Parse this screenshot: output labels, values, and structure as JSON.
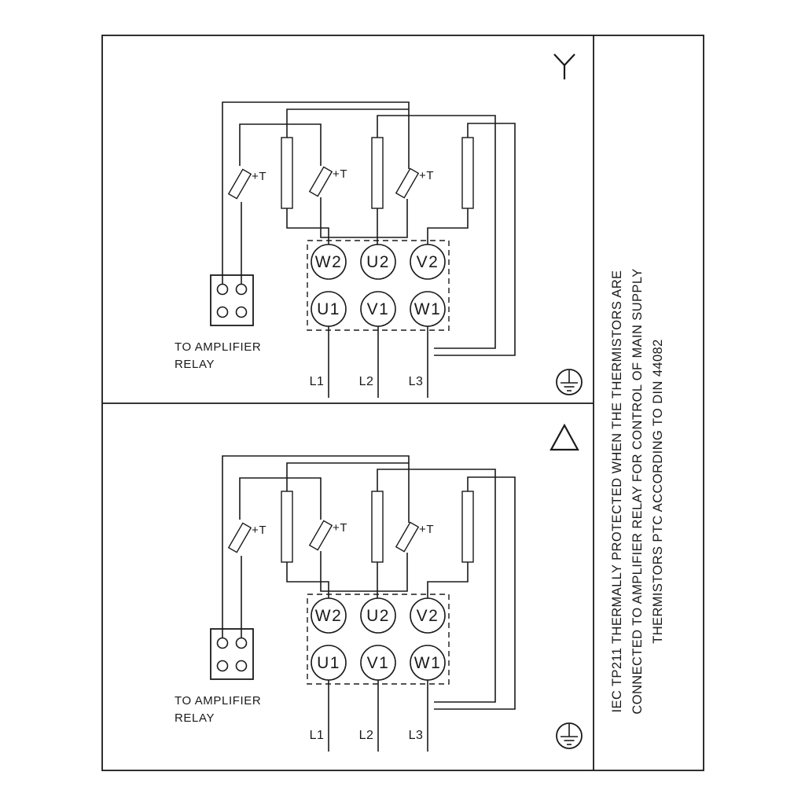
{
  "side_note": {
    "lines": [
      "IEC TP211 THERMALLY PROTECTED WHEN THE THERMISTORS ARE",
      "CONNECTED TO AMPLIFIER RELAY FOR CONTROL OF MAIN SUPPLY",
      "THERMISTORS PTC ACCORDING TO DIN 44082"
    ]
  },
  "panels": [
    {
      "connection_symbol": "star",
      "thermistor_label": "+T",
      "relay_caption": [
        "TO AMPLIFIER",
        "RELAY"
      ],
      "terminals_top": [
        "W2",
        "U2",
        "V2"
      ],
      "terminals_bottom": [
        "U1",
        "V1",
        "W1"
      ],
      "supply_lines": [
        "L1",
        "L2",
        "L3"
      ]
    },
    {
      "connection_symbol": "delta",
      "thermistor_label": "+T",
      "relay_caption": [
        "TO AMPLIFIER",
        "RELAY"
      ],
      "terminals_top": [
        "W2",
        "U2",
        "V2"
      ],
      "terminals_bottom": [
        "U1",
        "V1",
        "W1"
      ],
      "supply_lines": [
        "L1",
        "L2",
        "L3"
      ]
    }
  ],
  "colors": {
    "ink": "#1a1a1a",
    "background": "#ffffff"
  }
}
